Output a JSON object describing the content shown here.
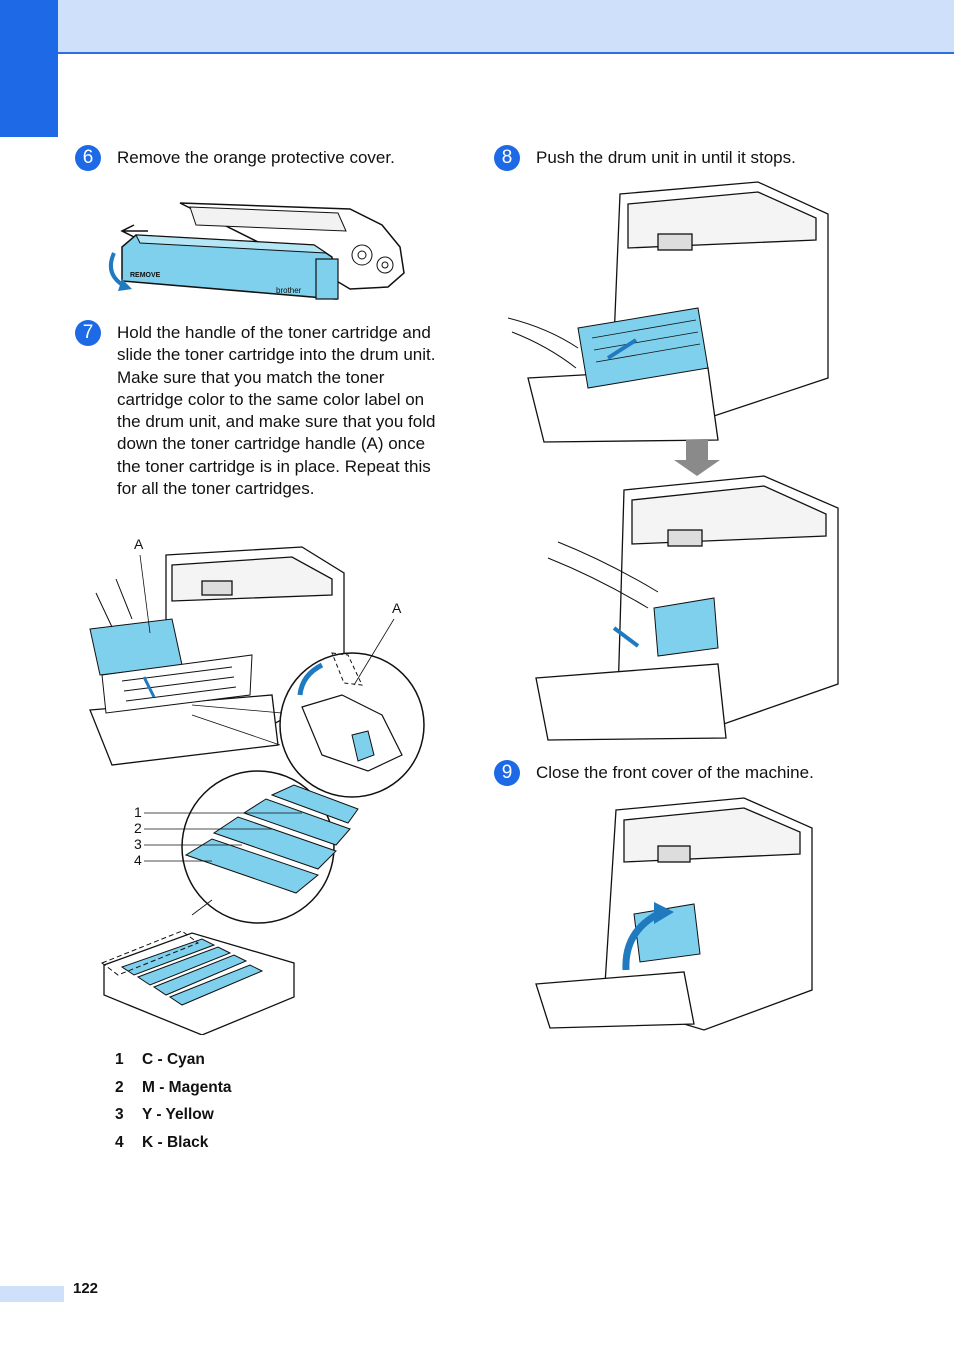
{
  "page_number": "122",
  "steps": [
    {
      "num": "6",
      "text": "Remove the orange protective cover."
    },
    {
      "num": "7",
      "text": "Hold the handle of the toner cartridge and slide the toner cartridge into the drum unit. Make sure that you match the toner cartridge color to the same color label on the drum unit, and make sure that you fold down the toner cartridge handle (A) once the toner cartridge is in place. Repeat this for all the toner cartridges."
    },
    {
      "num": "8",
      "text": "Push the drum unit in until it stops."
    },
    {
      "num": "9",
      "text": "Close the front cover of the machine."
    }
  ],
  "cartridge_labels": {
    "remove": "REMOVE",
    "brand": "brother"
  },
  "callouts": {
    "handle_a": "A",
    "numbers": [
      "1",
      "2",
      "3",
      "4"
    ]
  },
  "legend": [
    {
      "num": "1",
      "label": "C - Cyan"
    },
    {
      "num": "2",
      "label": "M - Magenta"
    },
    {
      "num": "3",
      "label": "Y - Yellow"
    },
    {
      "num": "4",
      "label": "K - Black"
    }
  ],
  "colors": {
    "accent_blue": "#1e6ae6",
    "header_light": "#cfe0fb",
    "cyan_part": "#7fd0ec",
    "arrow_gray": "#8a8a8a"
  }
}
